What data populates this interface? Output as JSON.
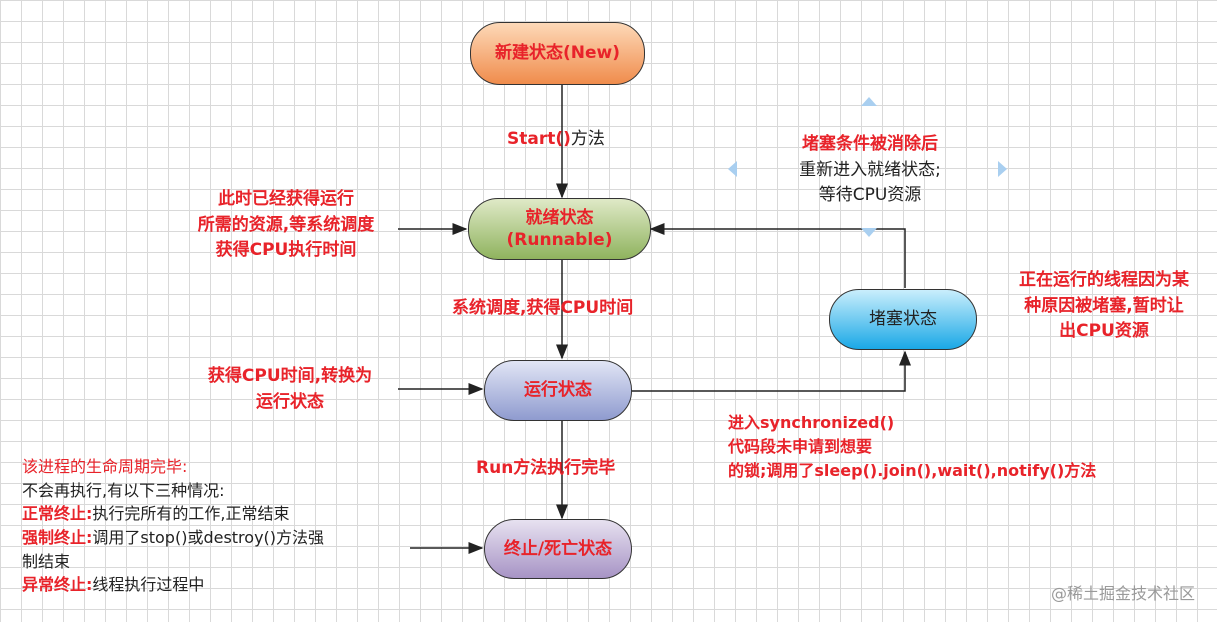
{
  "nodes": {
    "new": "新建状态(New)",
    "runnable_1": "就绪状态",
    "runnable_2": "(Runnable)",
    "running": "运行状态",
    "blocked": "堵塞状态",
    "dead": "终止/死亡状态"
  },
  "edges": {
    "start_bold": "Start()",
    "start_rest": "方法",
    "schedule": "系统调度,获得CPU时间",
    "run_done": "Run方法执行完毕"
  },
  "notes": {
    "ready_lines": [
      "此时已经获得运行",
      "所需的资源,等系统调度",
      "获得CPU执行时间"
    ],
    "running_lines": [
      "获得CPU时间,转换为",
      "运行状态"
    ],
    "unblock_red": "堵塞条件被消除后",
    "unblock_lines": [
      "重新进入就绪状态;",
      "等待CPU资源"
    ],
    "block_cause_lines": [
      "正在运行的线程因为某",
      "种原因被堵塞,暂时让",
      "出CPU资源"
    ],
    "sync_lines": [
      "进入synchronized()",
      "代码段未申请到想要",
      "的锁;调用了sleep().join(),wait(),notify()方法"
    ],
    "lifecycle_title": "该进程的生命周期完毕:",
    "lifecycle_intro": "不会再执行,有以下三种情况:",
    "normal_red": "正常终止:",
    "normal_rest": "执行完所有的工作,正常结束",
    "forced_red": "强制终止:",
    "forced_rest_1": "调用了stop()或destroy()方法强",
    "forced_rest_2": "制结束",
    "abnormal_red": "异常终止:",
    "abnormal_rest": "线程执行过程中"
  },
  "watermark": "@稀土掘金技术社区",
  "colors": {
    "red_text": "#e8232a",
    "new_fill": "#f4a460",
    "runnable_fill": "#a9c47f",
    "running_fill": "#a7b1d8",
    "blocked_fill": "#3bb8ec",
    "dead_fill": "#b9a8cf"
  }
}
